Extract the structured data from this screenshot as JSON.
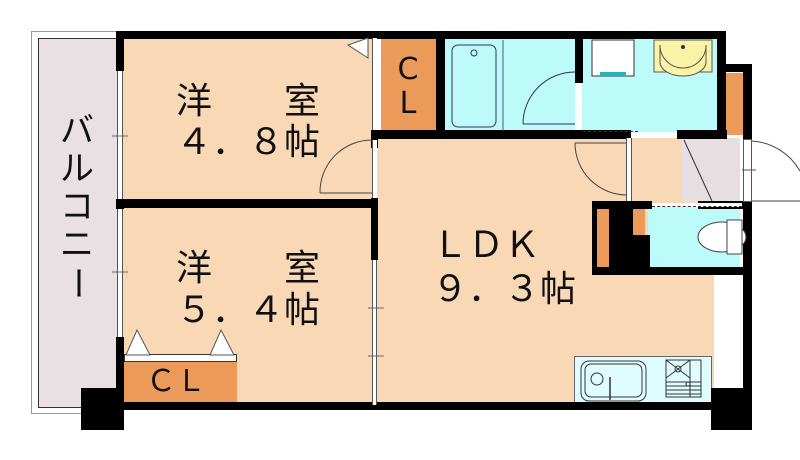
{
  "plan": {
    "balcony": {
      "label": "バルコニー",
      "chars": [
        "バ",
        "ル",
        "コ",
        "ニ",
        "ー"
      ]
    },
    "bedroom1": {
      "name": "洋　　室",
      "size": "４．８帖"
    },
    "bedroom2": {
      "name": "洋　　室",
      "size": "５．４帖"
    },
    "ldk": {
      "name": "ＬＤＫ",
      "size": "９．３帖"
    },
    "closet_top": {
      "line1": "C",
      "line2": "L"
    },
    "closet_bottom": {
      "label": "ＣＬ"
    }
  },
  "colors": {
    "room_floor": "#F9D8B6",
    "closet": "#EC9A5A",
    "wet_area": "#BDFBFB",
    "balcony": "#E8E0E3",
    "entrance": "#E6DEE1",
    "wall": "#000000",
    "basin": "#FAF2A6",
    "kitchen": "#DFFCFE"
  }
}
